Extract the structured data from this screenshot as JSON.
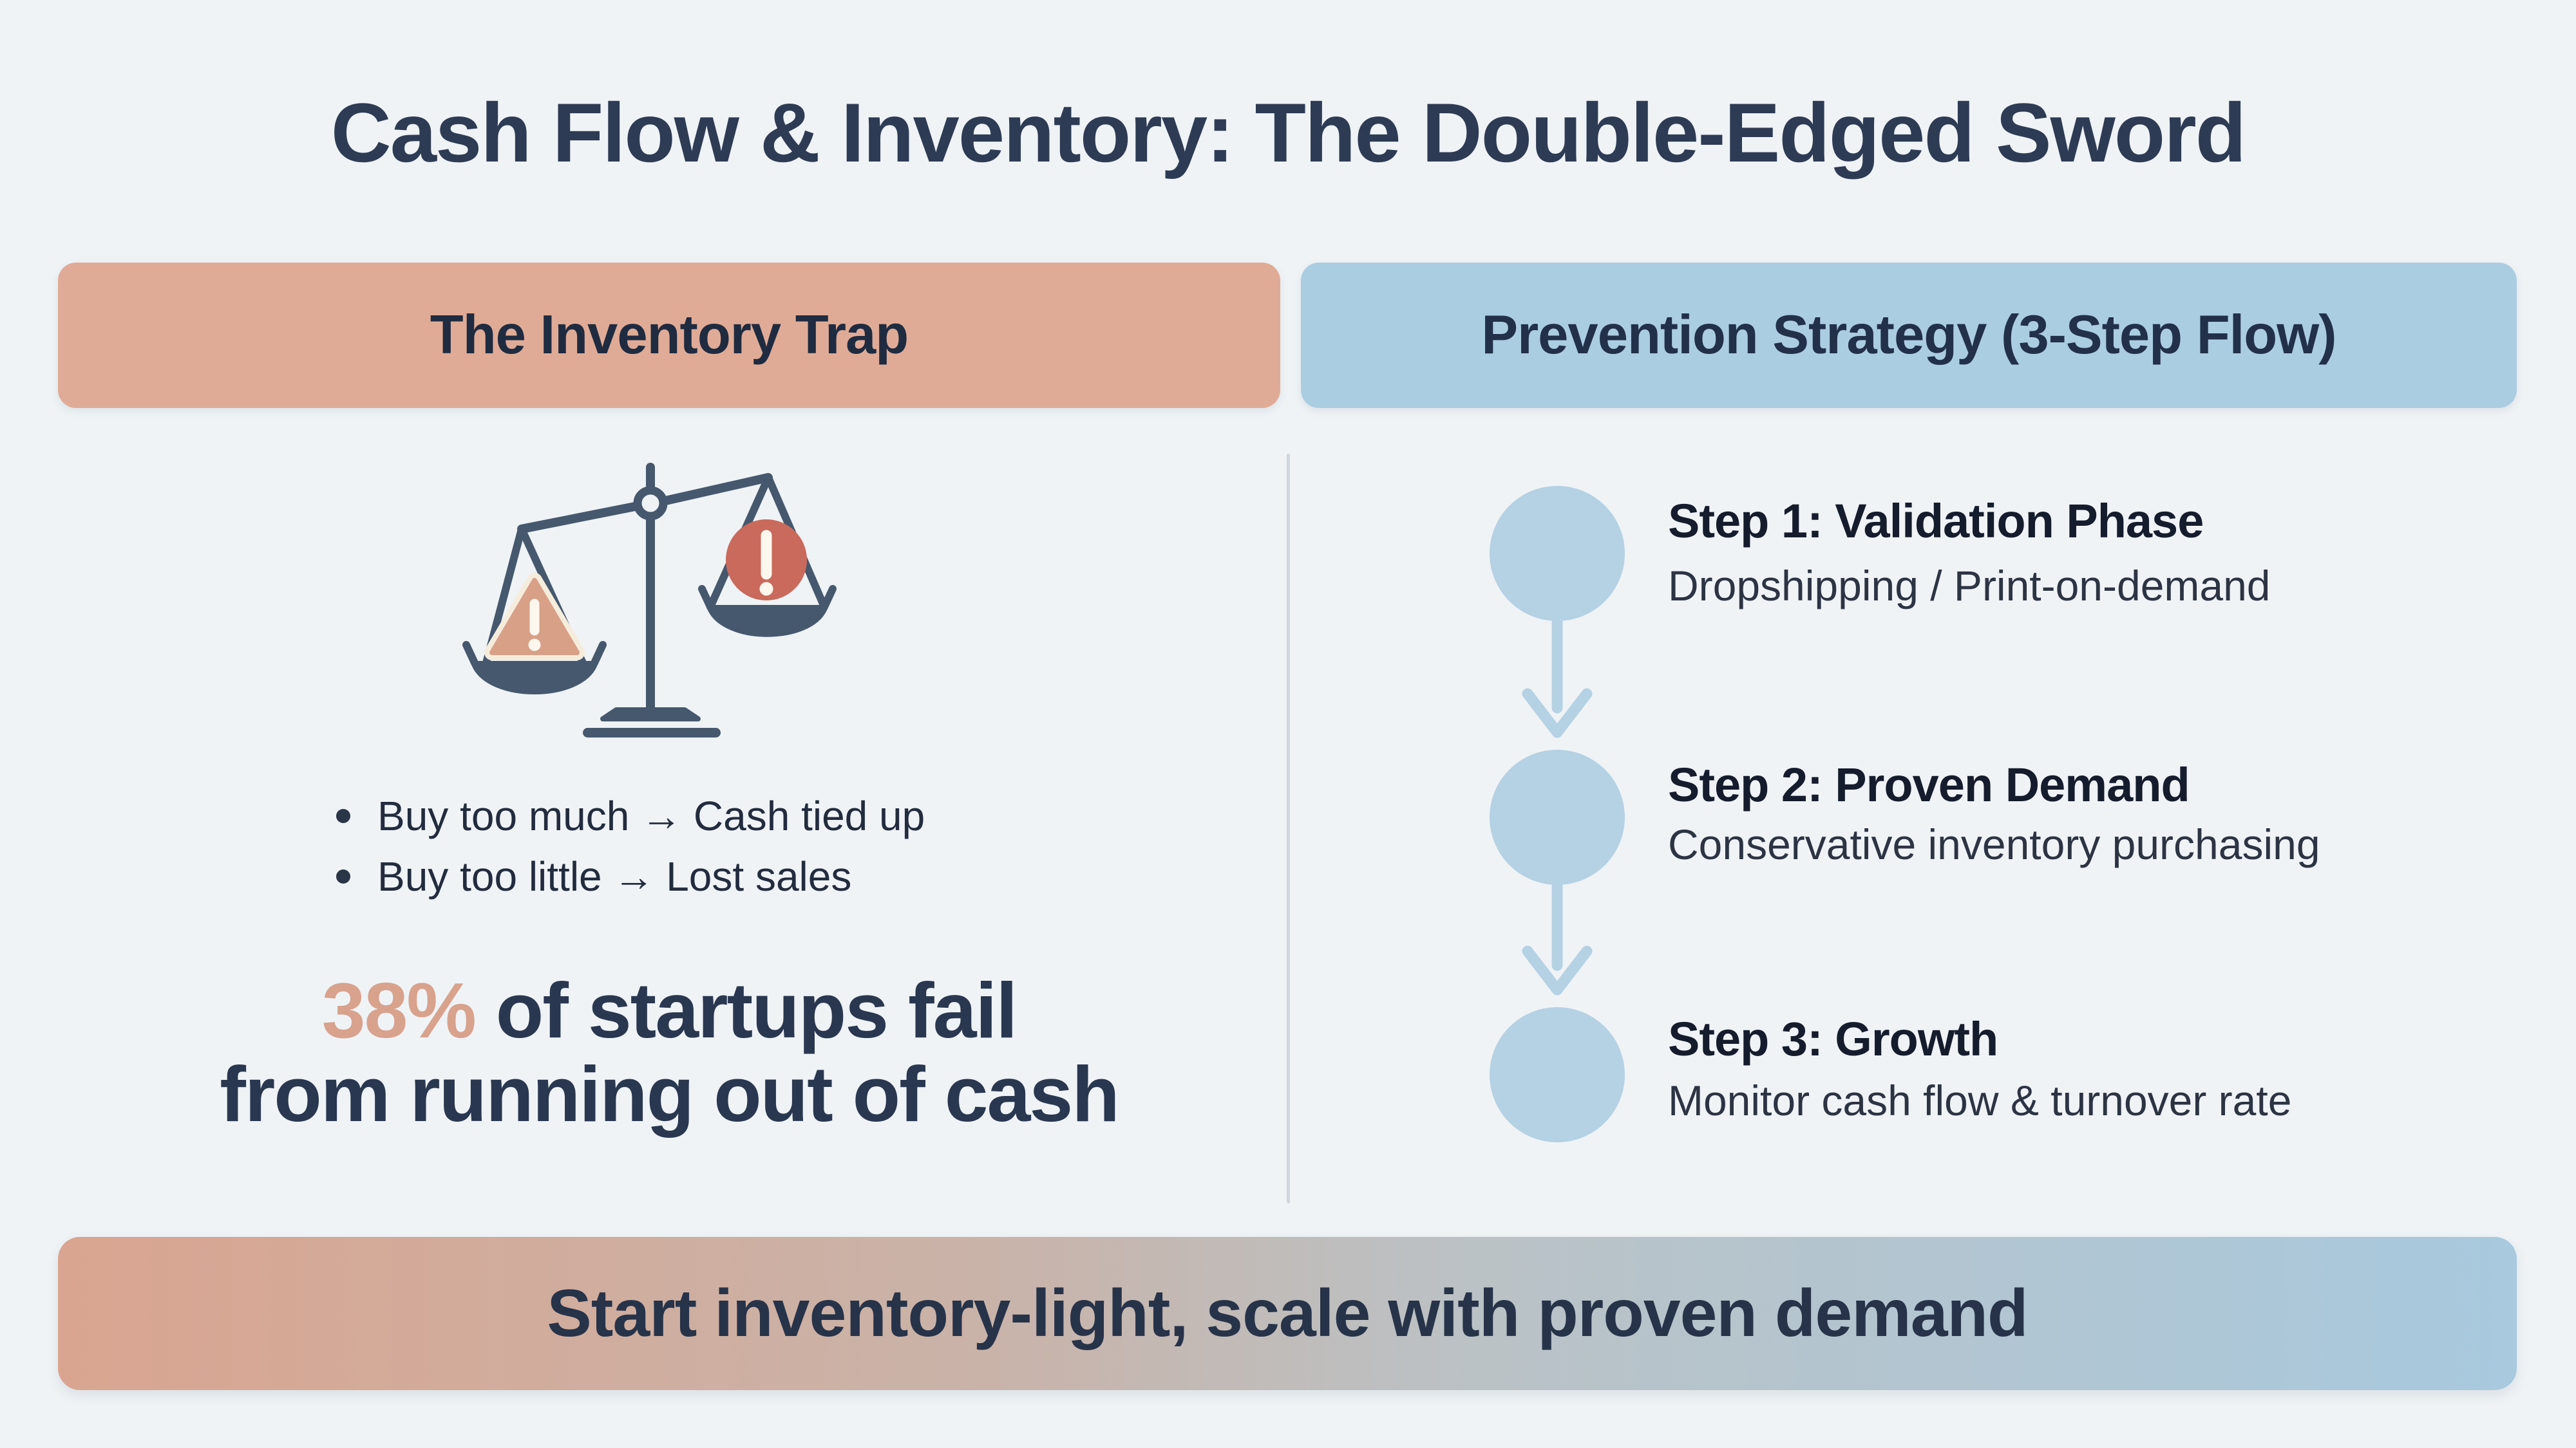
{
  "background": "#eff3f6",
  "title": {
    "text": "Cash Flow & Inventory: The Double-Edged Sword",
    "color": "#2e3b54"
  },
  "left_panel": {
    "header": "The Inventory Trap",
    "header_bg": "#e0ab96",
    "icon": "balance-scale-icon",
    "icon_colors": {
      "frame": "#46586e",
      "warning_triangle": "#d9a088",
      "triangle_outline": "#f6ecdc",
      "alert_circle": "#c96a5c",
      "exclamation": "#fdf7ee"
    },
    "bullets": [
      "Buy too much → Cash tied up",
      "Buy too little → Lost sales"
    ],
    "stat": {
      "highlight": "38%",
      "highlight_color": "#d8a28d",
      "line1_rest": " of startups fail",
      "line2": "from running out of cash"
    }
  },
  "right_panel": {
    "header": "Prevention Strategy (3-Step Flow)",
    "header_bg": "#abcde2",
    "node_color": "#b5d1e4",
    "steps": [
      {
        "title": "Step 1: Validation Phase",
        "subtitle": "Dropshipping / Print-on-demand"
      },
      {
        "title": "Step 2: Proven Demand",
        "subtitle": "Conservative inventory purchasing"
      },
      {
        "title": "Step 3: Growth",
        "subtitle": "Monitor cash flow & turnover rate"
      }
    ]
  },
  "banner": {
    "text": "Start inventory-light, scale with proven demand",
    "gradient_left": "#d9a590",
    "gradient_right": "#a8c9de",
    "text_color": "#273349"
  }
}
